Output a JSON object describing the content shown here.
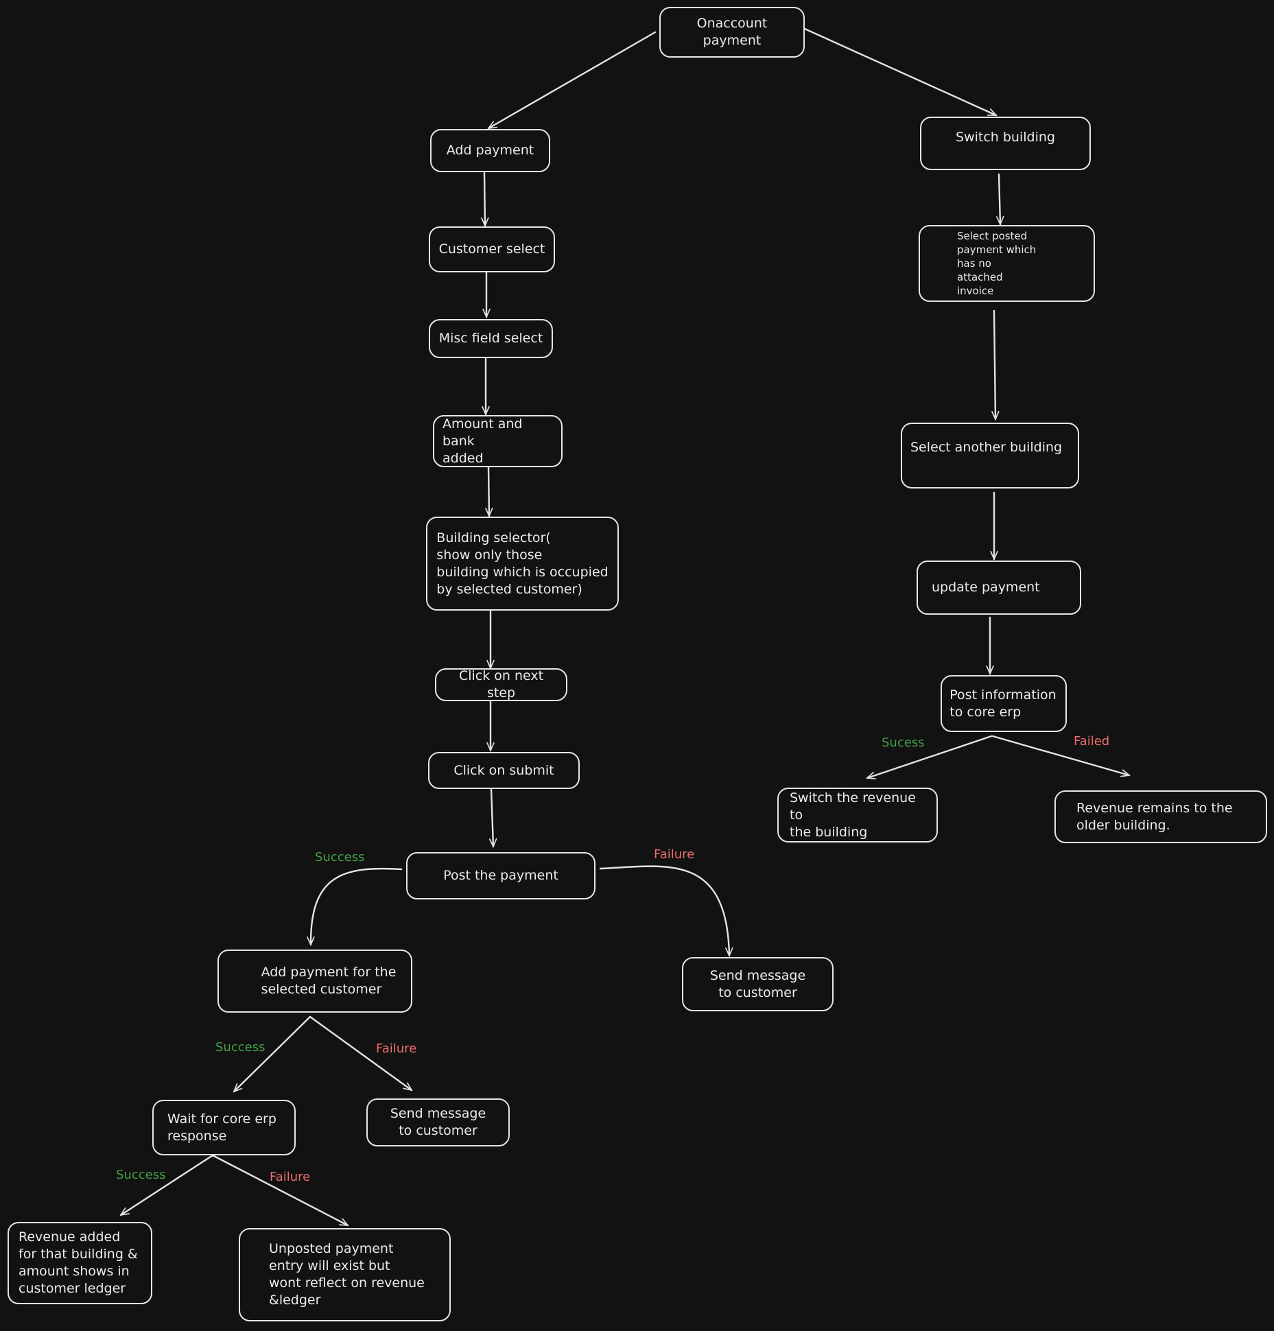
{
  "diagram": {
    "nodes": {
      "onaccount": "Onaccount payment",
      "add_payment": "Add payment",
      "customer_select": "Customer select",
      "misc_field": "Misc field select",
      "amount_bank": "Amount and bank\nadded",
      "building_selector": "Building selector(\nshow only those\nbuilding which is occupied\n by selected customer)",
      "next_step": "Click on next step",
      "submit": "Click on submit",
      "post_payment": "Post the payment",
      "add_payment_customer": "Add payment for the\nselected customer",
      "send_message_1": "Send message\nto customer",
      "wait_core": "Wait for core erp\nresponse",
      "send_message_2": "Send message\nto customer",
      "revenue_added": "Revenue added\nfor that building &\namount shows in\ncustomer ledger",
      "unposted": "Unposted payment\nentry will exist but\nwont reflect on revenue\n&ledger",
      "switch_building": "Switch building",
      "select_posted": "Select posted\npayment which\nhas no\nattached\ninvoice",
      "select_another": "Select another building",
      "update_payment": "update payment",
      "post_info": "Post information\nto core erp",
      "switch_revenue": "Switch the revenue to\nthe building",
      "revenue_remains": "Revenue remains to the\nolder building."
    },
    "edge_labels": {
      "post_success": "Success",
      "post_failure": "Failure",
      "add_success": "Success",
      "add_failure": "Failure",
      "wait_success": "Success",
      "wait_failure": "Failure",
      "erp_success": "Sucess",
      "erp_failed": "Failed"
    },
    "colors": {
      "background": "#121212",
      "stroke": "#e6e6e6",
      "success": "#43a047",
      "failure": "#ef6c6c"
    }
  }
}
